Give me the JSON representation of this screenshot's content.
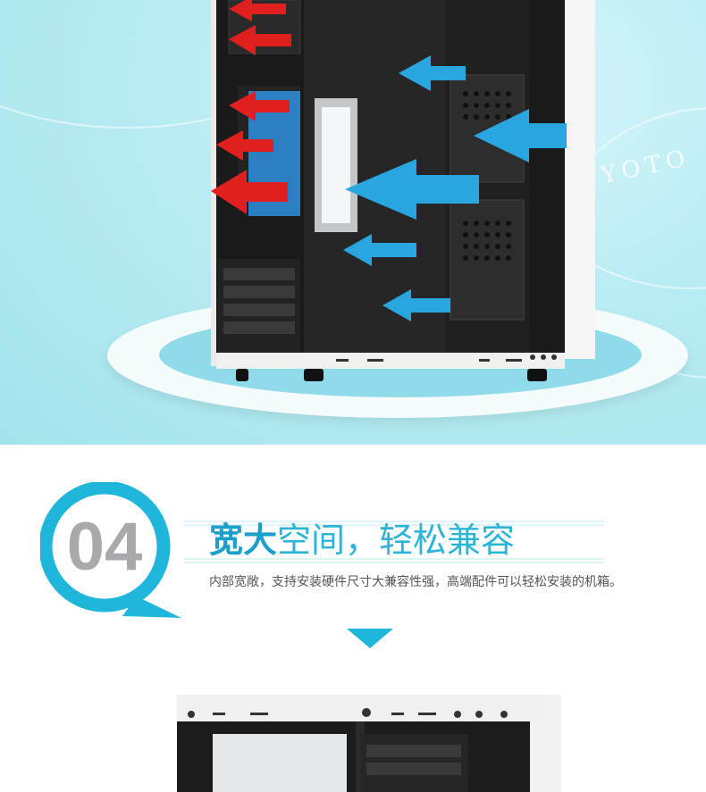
{
  "hero": {
    "watermark": "YOTO"
  },
  "section": {
    "number": "04",
    "title_bold": "宽大",
    "title_rest": "空间，轻松兼容",
    "description": "内部宽敞，支持安装硬件尺寸大兼容性强，高端配件可以轻松安装的机箱。"
  },
  "colors": {
    "accent": "#1fb6dc",
    "airflow_in": "#2aa6df",
    "airflow_out": "#e0201e",
    "badge_number": "#a7a9ac"
  }
}
